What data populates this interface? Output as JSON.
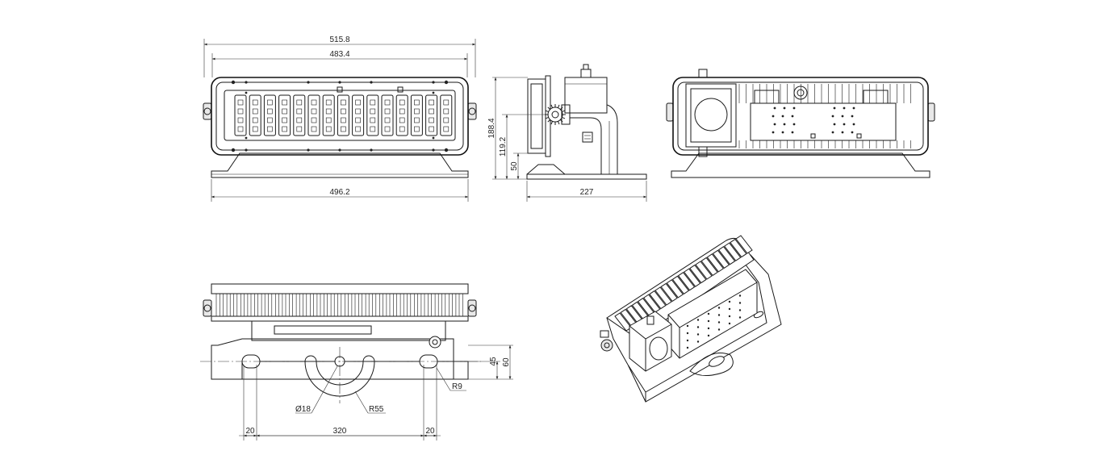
{
  "dimensions": {
    "front_overall_width": "515.8",
    "front_inner_width": "483.4",
    "front_base_width": "496.2",
    "side_height": "188.4",
    "side_pivot_height": "119.2",
    "side_base_height": "50",
    "side_depth": "227",
    "bottom_slot_offset": "45",
    "bottom_bracket_height": "60",
    "bottom_slot_radius": "R9",
    "bottom_hole_diameter": "Ø18",
    "bottom_arc_radius": "R55",
    "bottom_left_slot": "20",
    "bottom_center_span": "320",
    "bottom_right_slot": "20"
  }
}
